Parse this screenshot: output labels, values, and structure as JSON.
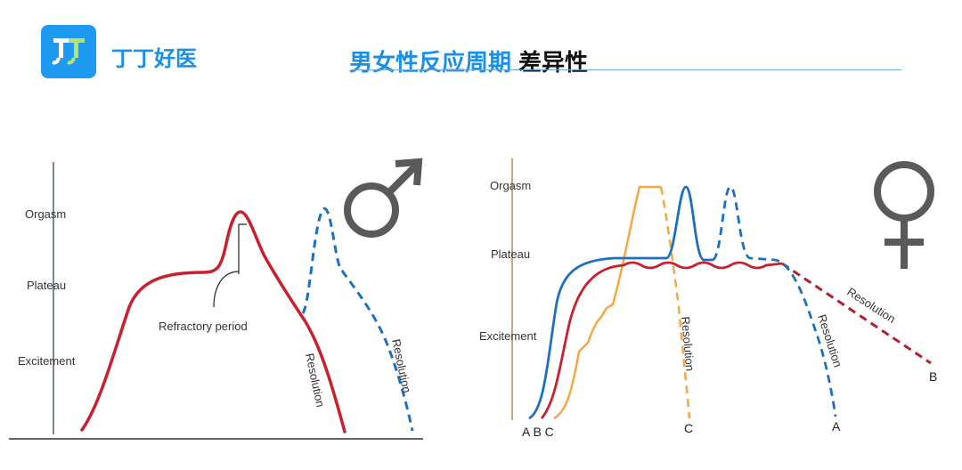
{
  "header": {
    "brand": "丁丁好医",
    "title_main": "男女性反应周期",
    "title_accent": "差异性"
  },
  "male_panel": {
    "phases": [
      "Orgasm",
      "Plateau",
      "Excitement"
    ],
    "refractory_label": "Refractory period",
    "resolution_solid_label": "Resolution",
    "resolution_dashed_label": "Resolution"
  },
  "female_panel": {
    "phases": [
      "Orgasm",
      "Plateau",
      "Excitement"
    ],
    "resolution_c_label": "Resolution",
    "resolution_a_label": "Resolution",
    "resolution_b_label": "Resolution",
    "curve_start_labels": "A B C",
    "end_label_a": "A",
    "end_label_b": "B",
    "end_label_c": "C"
  },
  "colors": {
    "brand_blue": "#1e9bf0",
    "red_curve": "#c8202f",
    "blue_curve": "#1f6fc0",
    "orange_curve": "#f5a742",
    "axis_tan": "#b08a60",
    "icon_gray": "#5a5a5a"
  }
}
